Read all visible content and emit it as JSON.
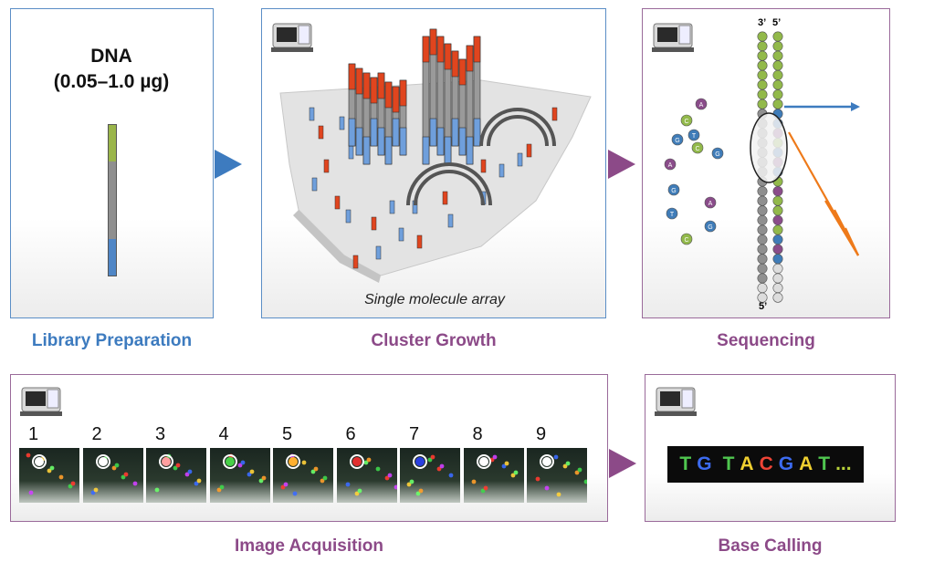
{
  "library": {
    "title": "DNA",
    "amount": "(0.05–1.0 µg)",
    "caption": "Library Preparation"
  },
  "cluster": {
    "array_label": "Single molecule array",
    "caption": "Cluster Growth"
  },
  "sequencing": {
    "strand_top_left": "3’",
    "strand_top_right": "5’",
    "strand_bottom": "5’",
    "caption": "Sequencing",
    "free_nucleotides": [
      "A",
      "C",
      "G",
      "T",
      "G",
      "C",
      "A",
      "G",
      "A",
      "T",
      "G",
      "C"
    ]
  },
  "imaging": {
    "caption": "Image Acquisition",
    "cycles": [
      "1",
      "2",
      "3",
      "4",
      "5",
      "6",
      "7",
      "8",
      "9"
    ]
  },
  "basecalling": {
    "caption": "Base Calling",
    "read": [
      "T",
      "G",
      "T",
      "A",
      "C",
      "G",
      "A",
      "T"
    ],
    "ellipsis": "..."
  },
  "colors": {
    "A": "#8a4c8a",
    "C": "#92b94a",
    "G": "#3f7cb8",
    "T": "#3f7cb8",
    "read_T": "#4fc64f",
    "read_G": "#3c6bf0",
    "read_A": "#f0d030",
    "read_C": "#ee4436",
    "accent_blue": "#3d7bbf",
    "accent_purple": "#8c4a88"
  }
}
